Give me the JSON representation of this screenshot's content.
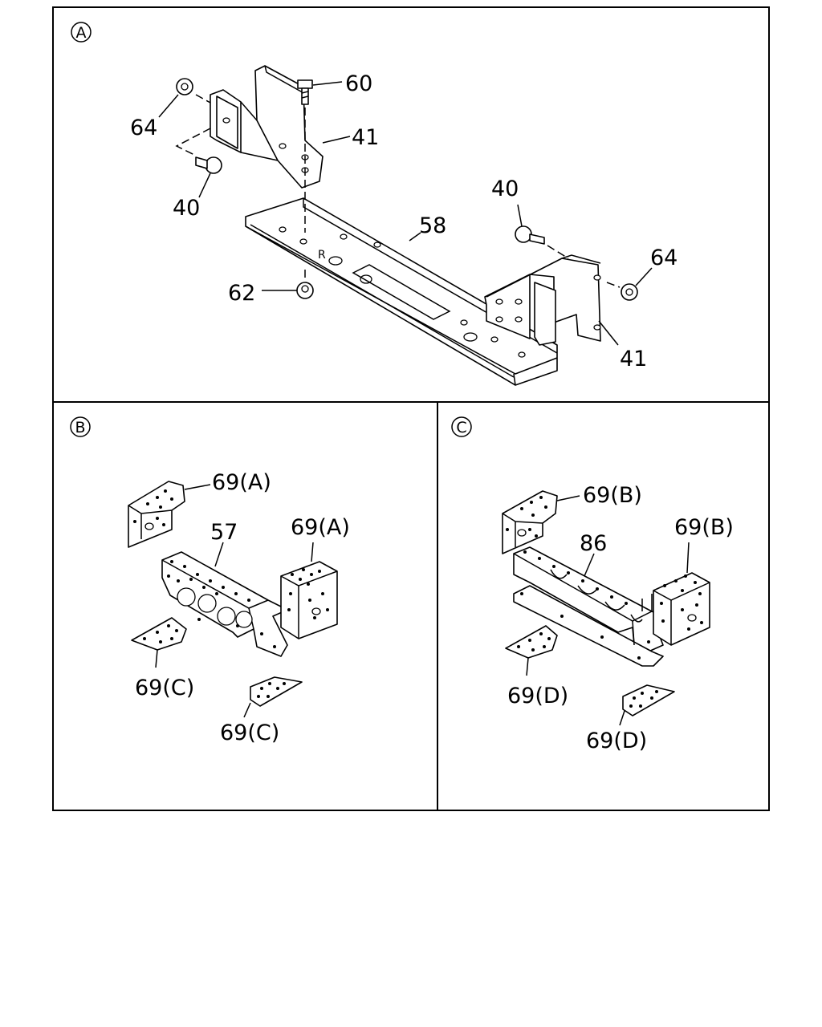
{
  "sections": {
    "a": {
      "marker": "A"
    },
    "b": {
      "marker": "B"
    },
    "c": {
      "marker": "C"
    }
  },
  "callouts": {
    "a_64_left": "64",
    "a_60": "60",
    "a_41_top": "41",
    "a_40_left": "40",
    "a_58": "58",
    "a_40_right": "40",
    "a_64_right": "64",
    "a_62": "62",
    "a_41_bottom": "41",
    "b_69a_top": "69(A)",
    "b_57": "57",
    "b_69a_right": "69(A)",
    "b_69c_left": "69(C)",
    "b_69c_bottom": "69(C)",
    "c_69b_top": "69(B)",
    "c_86": "86",
    "c_69b_right": "69(B)",
    "c_69d_left": "69(D)",
    "c_69d_bottom": "69(D)"
  }
}
